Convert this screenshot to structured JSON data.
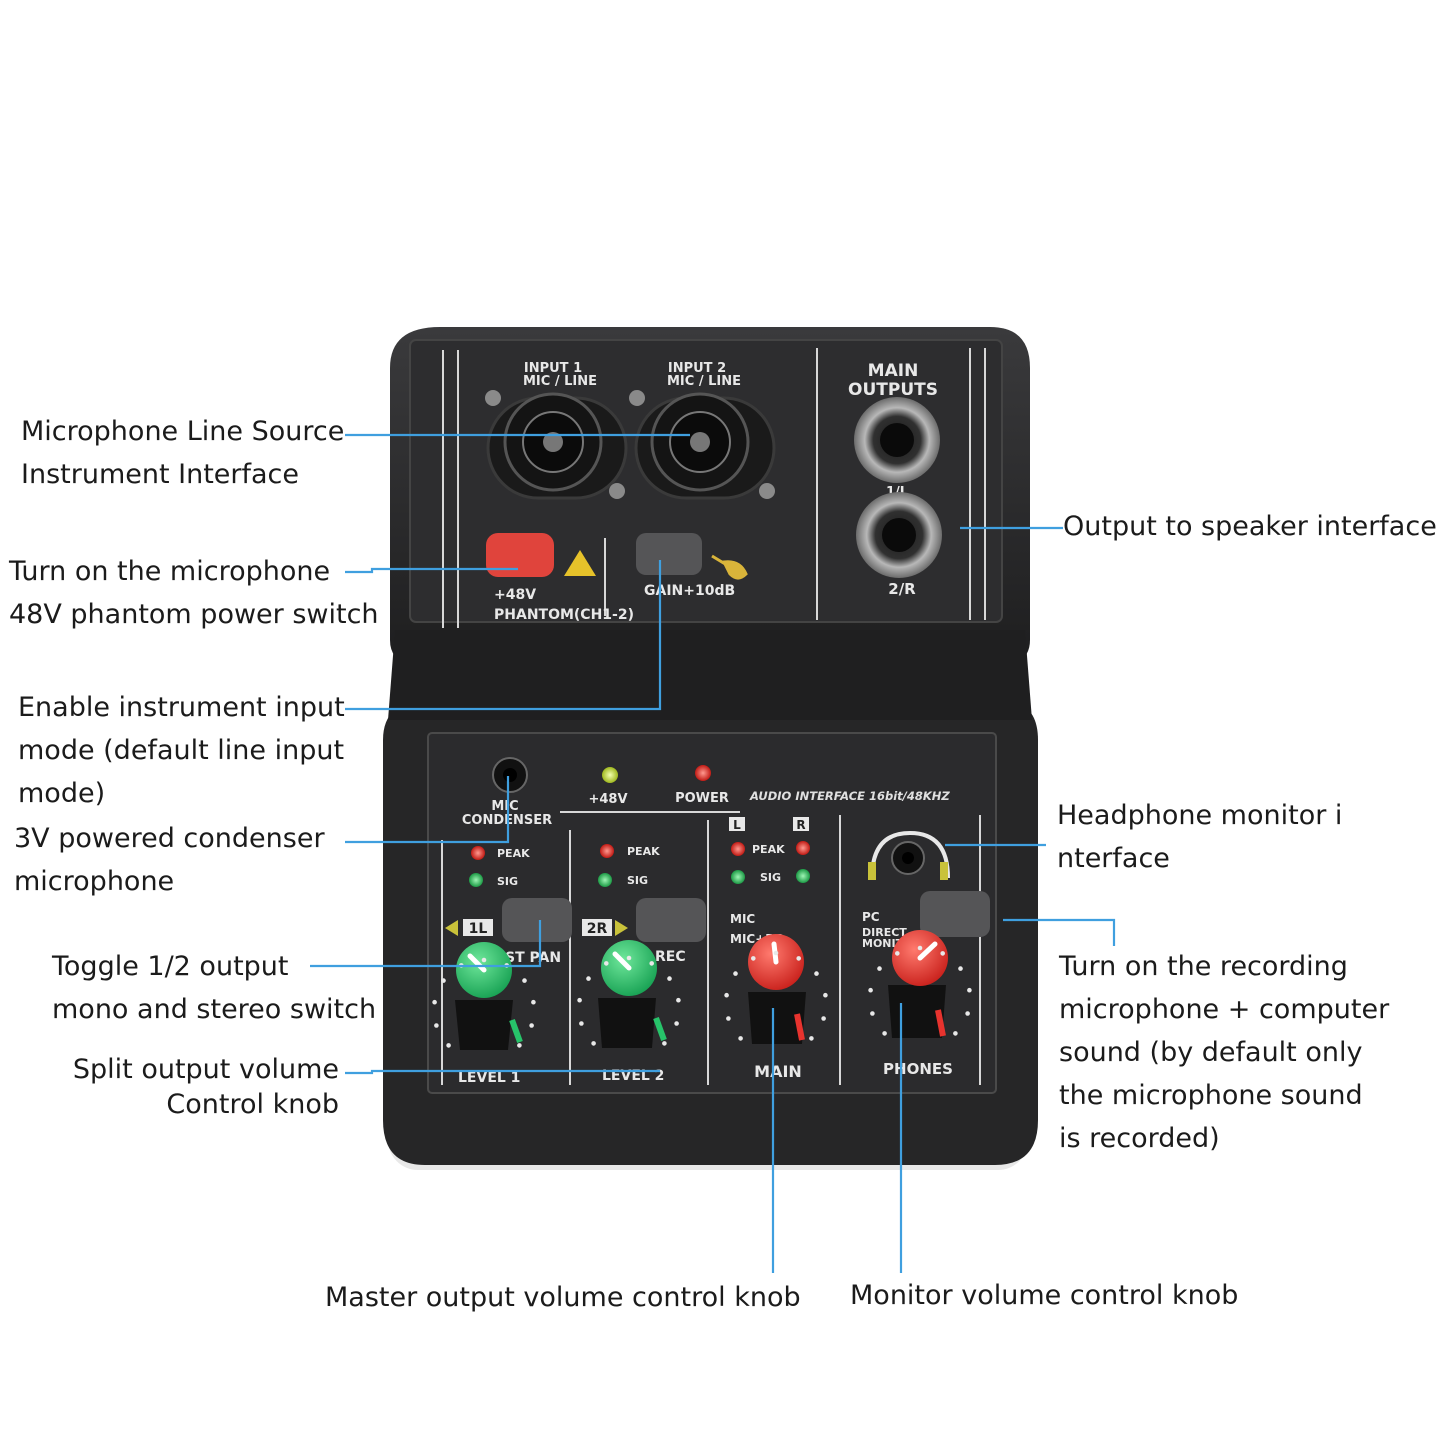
{
  "device": {
    "input1": [
      "INPUT 1",
      "MIC / LINE"
    ],
    "input2": [
      "INPUT 2",
      "MIC / LINE"
    ],
    "main_outputs": [
      "MAIN",
      "OUTPUTS"
    ],
    "out1_label": "1/L",
    "out2_label": "2/R",
    "phantom_voltage": "+48V",
    "phantom_label": "PHANTOM(CH1-2)",
    "gain_label": "GAIN+10dB",
    "mic_condenser": [
      "MIC",
      "CONDENSER"
    ],
    "led_48v": "+48V",
    "led_power": "POWER",
    "product_line": "AUDIO INTERFACE 16bit/48KHZ",
    "peak": "PEAK",
    "sig": "SIG",
    "ch1_badge": "1L",
    "ch2_badge": "2R",
    "st_pan": "ST PAN",
    "rec": "REC",
    "left": "L",
    "right": "R",
    "mic": "MIC",
    "mic_pc": "MIC+PC",
    "pc": "PC",
    "direct_monitor": [
      "DIRECT",
      "MONITOR"
    ],
    "level1": "LEVEL 1",
    "level2": "LEVEL 2",
    "main": "MAIN",
    "phones": "PHONES",
    "colors": {
      "body": "#2a2a2b",
      "knob_green": "#27c46a",
      "knob_red": "#e8332e",
      "phantom_button": "#e0443c",
      "leader": "#3f9fdf"
    }
  },
  "callouts": {
    "mic_line": [
      "Microphone Line Source",
      "Instrument Interface"
    ],
    "phantom": [
      "Turn on the microphone",
      "48V phantom power switch"
    ],
    "instrument": [
      "Enable instrument input",
      "mode (default line input",
      "mode)"
    ],
    "condenser": [
      "3V powered condenser",
      "microphone"
    ],
    "toggle": [
      "Toggle 1/2 output",
      "mono and stereo switch"
    ],
    "split": [
      "Split output volume",
      "Control knob"
    ],
    "output_speaker": [
      "Output to speaker interface"
    ],
    "headphone": [
      "Headphone monitor i",
      "nterface"
    ],
    "recording": [
      "Turn on the recording",
      "microphone + computer",
      "sound (by default only",
      "the microphone sound",
      "is recorded)"
    ],
    "master": [
      "Master output volume control knob"
    ],
    "monitor": [
      "Monitor volume control knob"
    ]
  }
}
